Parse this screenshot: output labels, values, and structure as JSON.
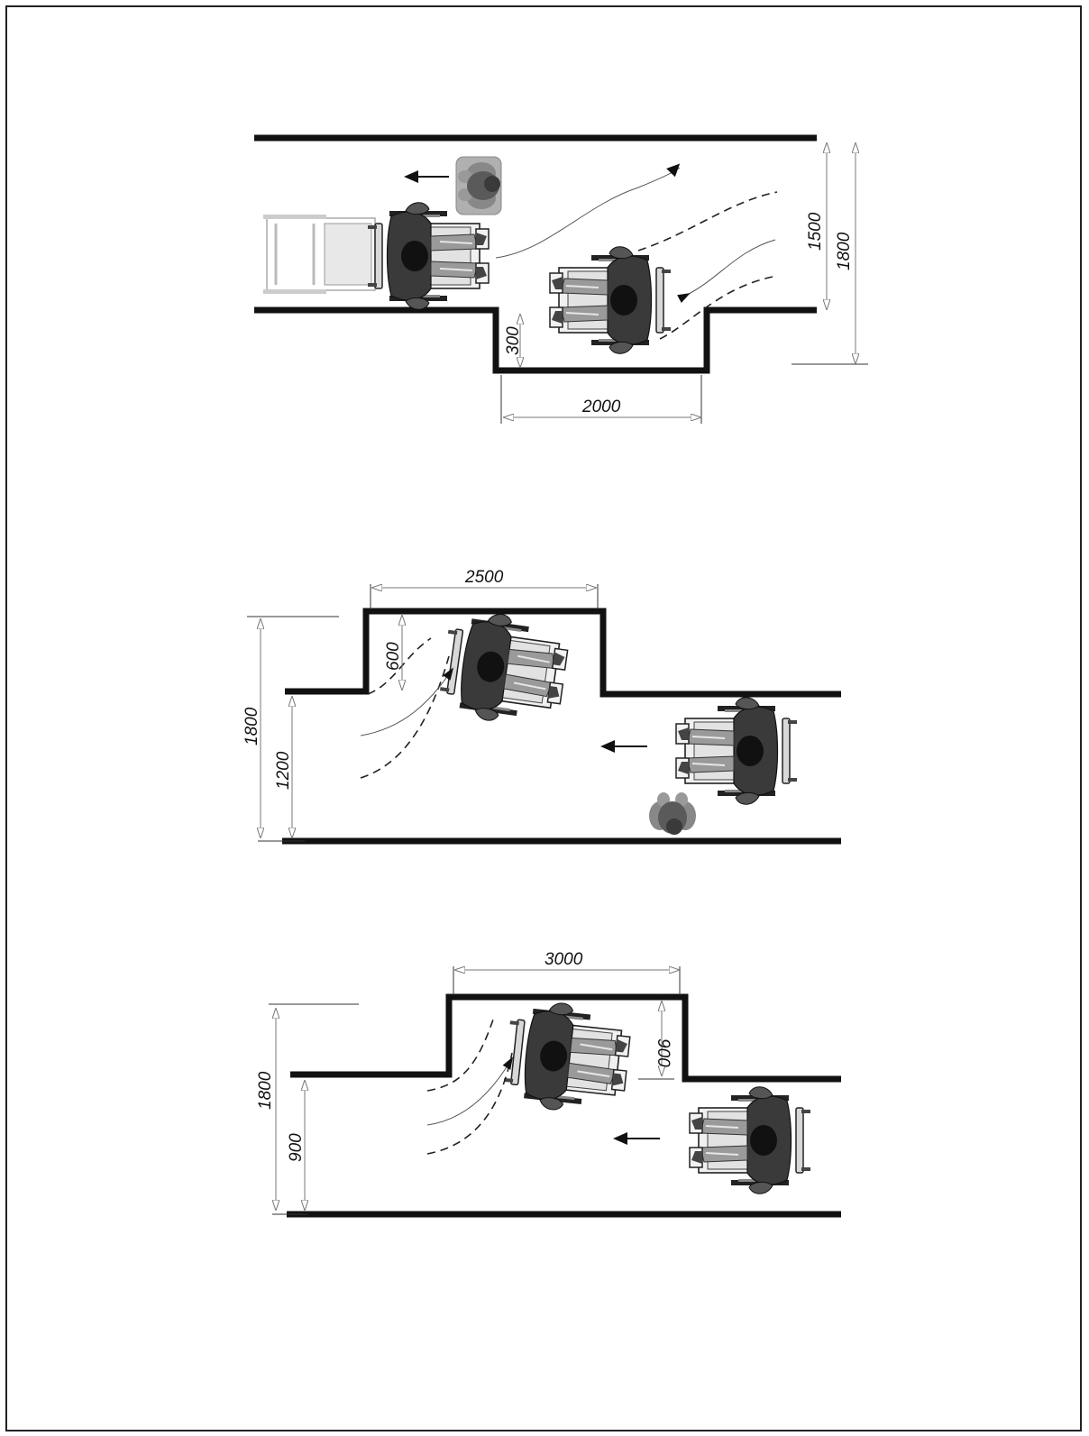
{
  "diagrams": [
    {
      "dims": {
        "width_1500": "1500",
        "width_1800": "1800",
        "niche_depth": "300",
        "niche_length": "2000"
      }
    },
    {
      "dims": {
        "niche_length": "2500",
        "niche_depth": "600",
        "total_width": "1800",
        "corridor_width": "1200"
      }
    },
    {
      "dims": {
        "niche_length": "3000",
        "niche_depth": "900",
        "total_width": "1800",
        "corridor_width": "900"
      }
    }
  ],
  "colors": {
    "wall": "#111111",
    "wheelchair_frame": "#222222",
    "person_dark": "#3a3a3a",
    "person_light": "#9a9a9a",
    "seat_light": "#e6e6e6"
  },
  "icons": [
    "wheelchair-user-icon",
    "pedestrian-icon",
    "direction-arrow-icon"
  ]
}
